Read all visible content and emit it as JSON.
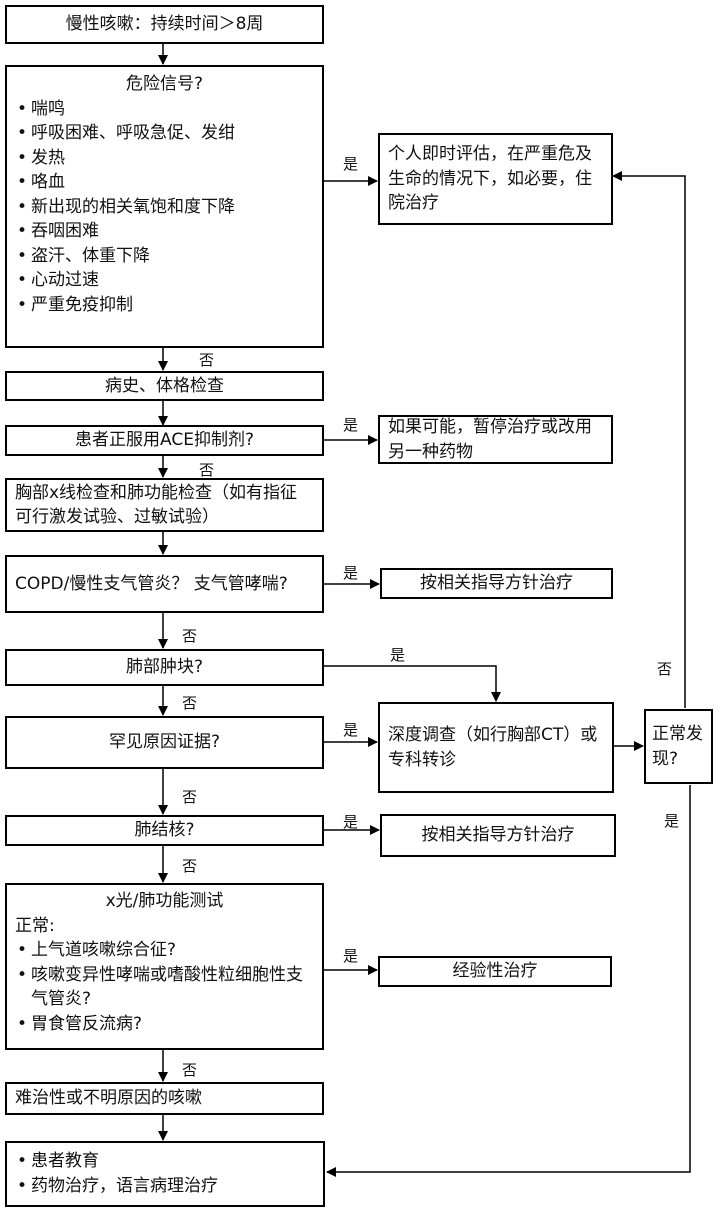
{
  "nodes": {
    "start": "慢性咳嗽：持续时间＞8周",
    "danger": {
      "title": "危险信号?",
      "items": [
        "喘鸣",
        "呼吸困难、呼吸急促、发绀",
        "发热",
        "咯血",
        "新出现的相关氧饱和度下降",
        "吞咽困难",
        "盗汗、体重下降",
        "心动过速",
        "严重免疫抑制"
      ]
    },
    "urgent": "个人即时评估，在严重危及生命的情况下，如必要，住院治疗",
    "history": "病史、体格检查",
    "ace": "患者正服用ACE抑制剂?",
    "ace_action": "如果可能，暂停治疗或改用另一种药物",
    "xray": "胸部x线检查和肺功能检查（如有指征可行激发试验、过敏试验）",
    "copd": "COPD/慢性支气管炎？ 支气管哮喘?",
    "copd_action": "按相关指导方针治疗",
    "tumor": "肺部肿块?",
    "rare": "罕见原因证据?",
    "deep": "深度调查（如行胸部CT）或专科转诊",
    "normal": "正常发现?",
    "tb": "肺结核?",
    "tb_action": "按相关指导方针治疗",
    "xray_test": {
      "title": "x光/肺功能测试",
      "subtitle": "正常:",
      "items": [
        "上气道咳嗽综合征?",
        "咳嗽变异性哮喘或嗜酸性粒细胞性支气管炎?",
        "胃食管反流病?"
      ]
    },
    "empirical": "经验性治疗",
    "refractory": "难治性或不明原因的咳嗽",
    "final": {
      "items": [
        "患者教育",
        "药物治疗，语言病理治疗"
      ]
    }
  },
  "labels": {
    "yes": "是",
    "no": "否"
  }
}
